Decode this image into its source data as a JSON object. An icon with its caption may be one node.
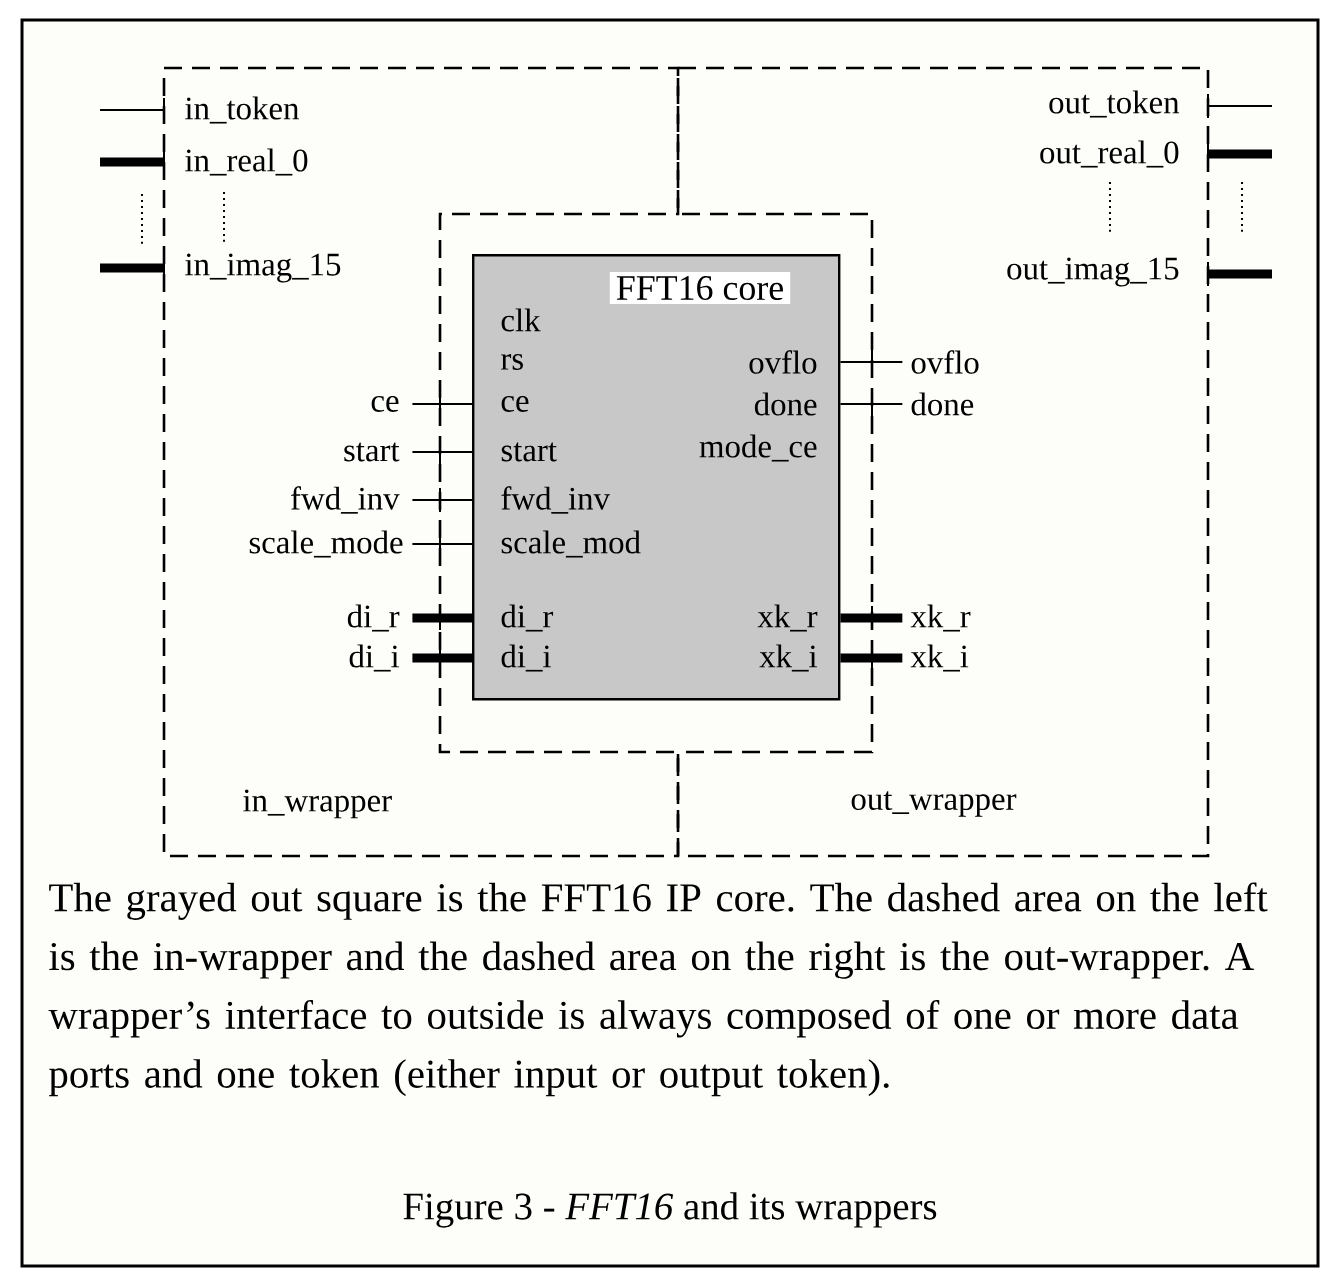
{
  "diagram": {
    "caption": "Figure 3 - *FFT16* and its wrappers",
    "nodes": [
      {
        "text": [
          "in_wrapper",
          "in_token",
          "in_real_0",
          "in_imag_15",
          "ce",
          "start",
          "fwd_inv",
          "scale_mode",
          "di_r",
          "di_i"
        ]
      },
      {
        "text": [
          "out_wrapper",
          "out_token",
          "out_real_0",
          "out_imag_15",
          "ovflo",
          "done",
          "xk_r",
          "xk_i"
        ]
      },
      {
        "text": [
          "FFT16 core",
          "clk",
          "rs",
          "ce",
          "start",
          "fwd_inv",
          "scale_mod",
          "di_r",
          "di_i",
          "ovflo",
          "done",
          "mode_ce",
          "xk_r",
          "xk_i"
        ]
      }
    ],
    "edges": [
      {
        "from": null,
        "to": 0,
        "arrow": "none"
      },
      {
        "from": null,
        "to": 0,
        "arrow": "none",
        "style": "thick"
      },
      {
        "from": null,
        "to": 0,
        "arrow": "none",
        "style": "thick"
      },
      {
        "from": 0,
        "to": 2,
        "arrow": "none"
      },
      {
        "from": 0,
        "to": 2,
        "arrow": "none"
      },
      {
        "from": 0,
        "to": 2,
        "arrow": "none"
      },
      {
        "from": 0,
        "to": 2,
        "arrow": "none"
      },
      {
        "from": 0,
        "to": 2,
        "arrow": "none",
        "style": "thick"
      },
      {
        "from": 0,
        "to": 2,
        "arrow": "none",
        "style": "thick"
      },
      {
        "from": 1,
        "to": null,
        "arrow": "none"
      },
      {
        "from": 1,
        "to": null,
        "arrow": "none",
        "style": "thick"
      },
      {
        "from": 1,
        "to": null,
        "arrow": "none",
        "style": "thick"
      },
      {
        "from": 2,
        "to": 1,
        "arrow": "none"
      },
      {
        "from": 2,
        "to": 1,
        "arrow": "none"
      },
      {
        "from": 2,
        "to": 1,
        "arrow": "none",
        "style": "thick"
      },
      {
        "from": 2,
        "to": 1,
        "arrow": "none",
        "style": "thick"
      }
    ],
    "labels": [
      "The grayed out square is the FFT16 IP core. The dashed area on the left is the in-wrapper and the dashed area on the right is the out-wrapper. A wrapper’s interface to outside is always composed of one or more data ports and one token (either input or output token)."
    ]
  }
}
